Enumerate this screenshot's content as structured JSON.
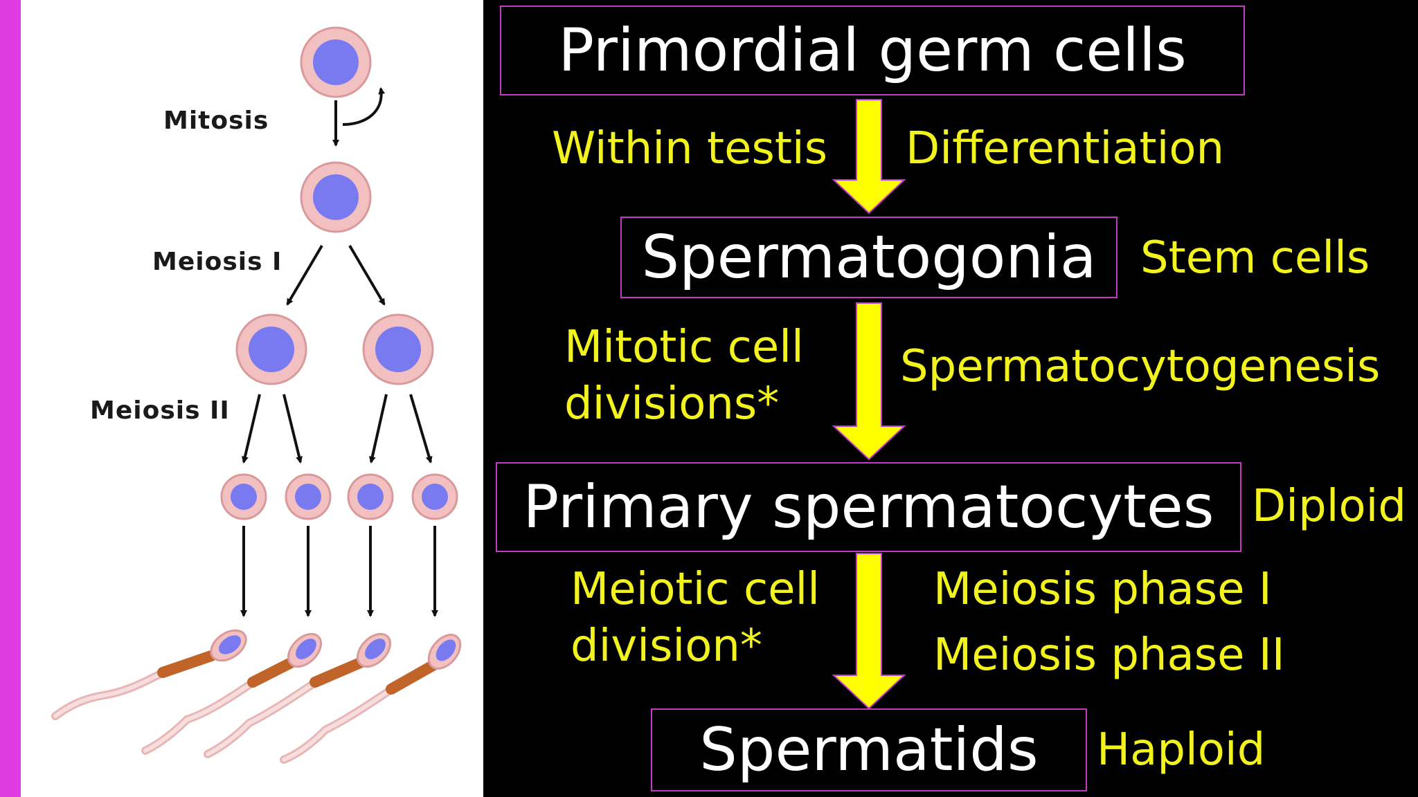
{
  "colors": {
    "accent_bar": "#e03be0",
    "box_border": "#c43bc4",
    "annotation_text": "#f2f21e",
    "arrow_fill": "#ffff00",
    "cell_outer": "#f2c0c0",
    "cell_nucleus": "#7a7af0",
    "sperm_midpiece": "#c0642a"
  },
  "illustration": {
    "labels": {
      "mitosis": "Mitosis",
      "meiosis_1": "Meiosis I",
      "meiosis_2": "Meiosis II"
    }
  },
  "flow": {
    "stages": {
      "primordial": "Primordial germ cells",
      "spermatogonia": "Spermatogonia",
      "primary": "Primary spermatocytes",
      "spermatids": "Spermatids"
    },
    "notes": {
      "within_testis": "Within testis",
      "differentiation": "Differentiation",
      "stem_cells": "Stem cells",
      "mitotic_1": "Mitotic cell",
      "mitotic_2": "divisions*",
      "spermatocytogenesis": "Spermatocytogenesis",
      "diploid": "Diploid",
      "meiotic_1": "Meiotic cell",
      "meiotic_2": "division*",
      "meiosis_phase_1": "Meiosis phase I",
      "meiosis_phase_2": "Meiosis phase II",
      "haploid": "Haploid"
    }
  }
}
